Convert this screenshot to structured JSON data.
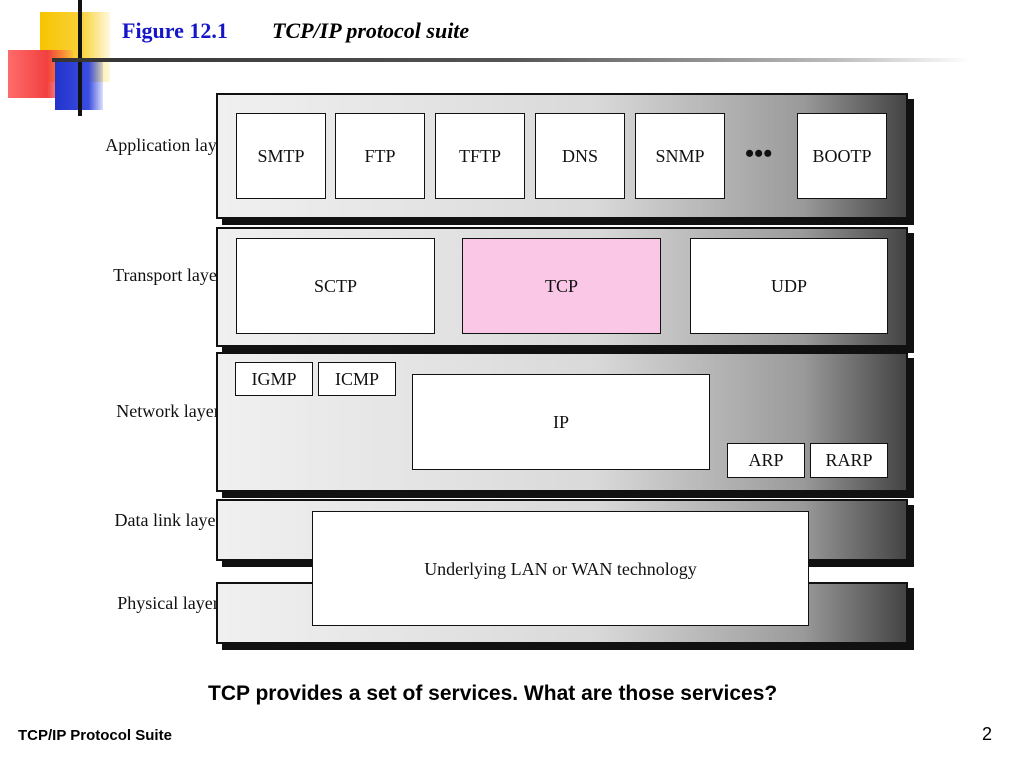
{
  "header": {
    "figure_label": "Figure 12.1",
    "figure_title": "TCP/IP protocol suite"
  },
  "layers": {
    "application": {
      "label": "Application layer",
      "boxes": [
        "SMTP",
        "FTP",
        "TFTP",
        "DNS",
        "SNMP",
        "BOOTP"
      ],
      "ellipsis": "•••"
    },
    "transport": {
      "label": "Transport layer",
      "boxes": [
        "SCTP",
        "TCP",
        "UDP"
      ]
    },
    "network": {
      "label": "Network layer",
      "boxes": [
        "IGMP",
        "ICMP",
        "IP",
        "ARP",
        "RARP"
      ]
    },
    "datalink": {
      "label": "Data link layer"
    },
    "physical": {
      "label": "Physical layer"
    },
    "underlying": "Underlying LAN or WAN technology"
  },
  "highlight_color": "#fac8e6",
  "question": "TCP provides a set of services.  What are those services?",
  "footer": {
    "left": "TCP/IP Protocol Suite",
    "page": "2"
  }
}
